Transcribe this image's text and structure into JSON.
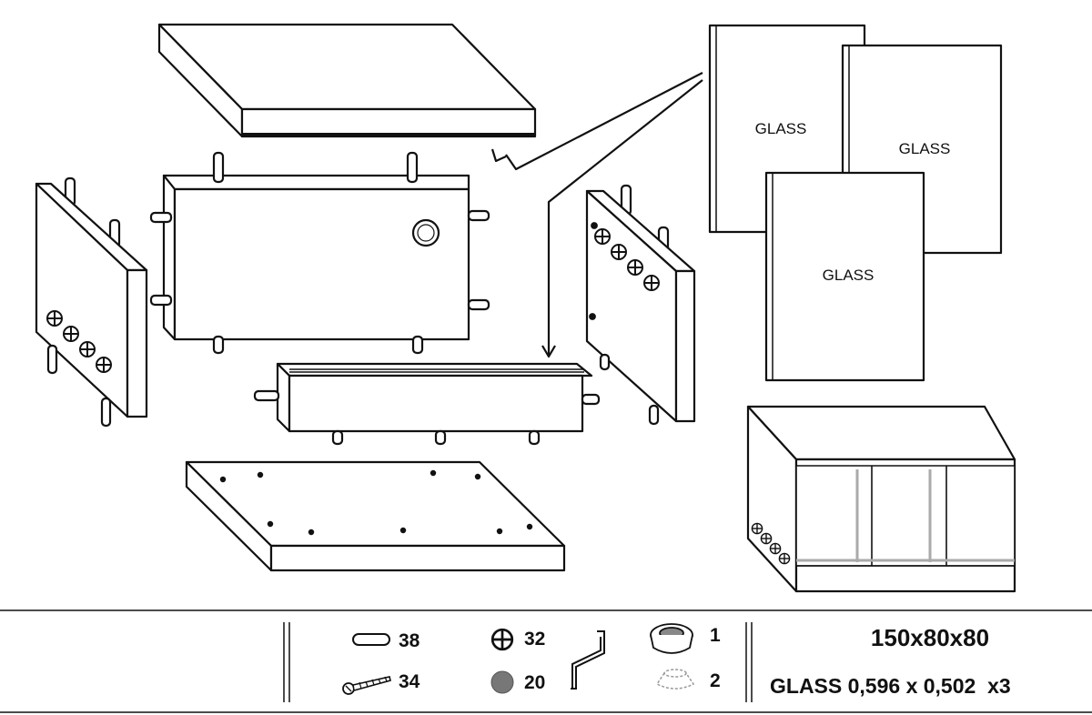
{
  "glass_panels": [
    {
      "label": "GLASS"
    },
    {
      "label": "GLASS"
    },
    {
      "label": "GLASS"
    }
  ],
  "hardware": [
    {
      "icon": "dowel-icon",
      "count": "38"
    },
    {
      "icon": "screw-icon",
      "count": "34"
    },
    {
      "icon": "cam-lock-icon",
      "count": "32"
    },
    {
      "icon": "cover-cap-icon",
      "count": "20"
    },
    {
      "icon": "allen-key-icon",
      "count": ""
    },
    {
      "icon": "cable-grommet-icon",
      "count": "1"
    },
    {
      "icon": "foot-pad-icon",
      "count": "2"
    }
  ],
  "specs": {
    "dimensions": "150x80x80",
    "glass": "GLASS 0,596 x 0,502  x3"
  },
  "colors": {
    "line": "#111111",
    "cap_fill": "#777777",
    "panel_fill": "#ffffff",
    "rail_fill": "#bbbbbb"
  }
}
